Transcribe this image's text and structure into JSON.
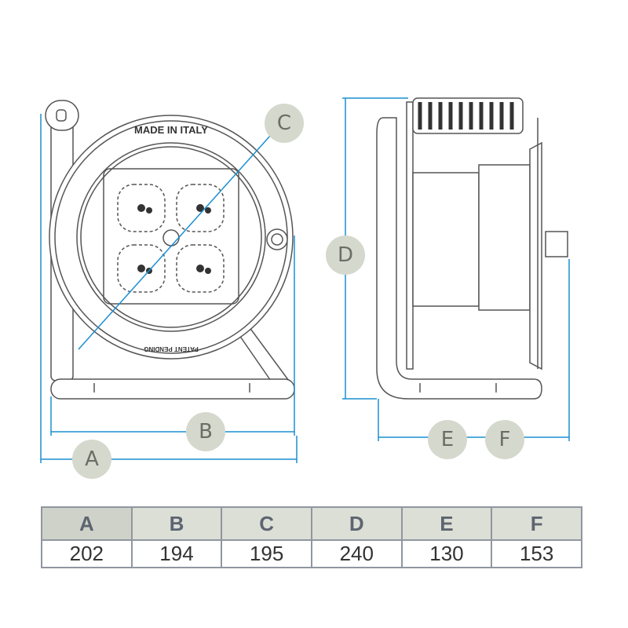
{
  "diagram": {
    "front_text_top": "MADE IN ITALY",
    "front_text_bottom": "PATENT PENDING",
    "dimension_labels": [
      "A",
      "B",
      "C",
      "D",
      "E",
      "F"
    ],
    "colors": {
      "dimension_line": "#1a8fd0",
      "label_circle": "#d5d8cc",
      "label_text": "#6b6e66",
      "outline": "#555555"
    }
  },
  "table": {
    "headers": [
      "A",
      "B",
      "C",
      "D",
      "E",
      "F"
    ],
    "values": [
      "202",
      "194",
      "195",
      "240",
      "130",
      "153"
    ]
  }
}
